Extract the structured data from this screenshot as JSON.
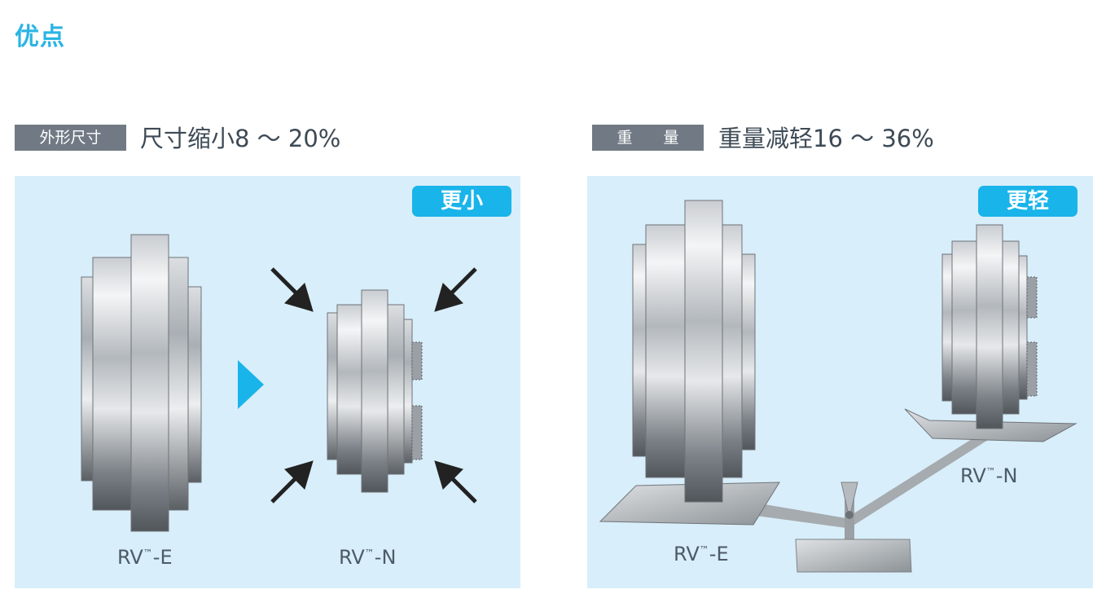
{
  "page": {
    "title": "优点"
  },
  "sections": [
    {
      "tag": "外形尺寸",
      "headline": "尺寸缩小8 ～ 20%",
      "badge": "更小",
      "left_model": {
        "base": "RV",
        "tm": "™",
        "suffix": "-E"
      },
      "right_model": {
        "base": "RV",
        "tm": "™",
        "suffix": "-N"
      }
    },
    {
      "tag": "重　　量",
      "headline": "重量减轻16 ～ 36%",
      "badge": "更轻",
      "left_model": {
        "base": "RV",
        "tm": "™",
        "suffix": "-E"
      },
      "right_model": {
        "base": "RV",
        "tm": "™",
        "suffix": "-N"
      }
    }
  ],
  "colors": {
    "accent": "#19b4ea",
    "tag_bg": "#717a84",
    "panel_bg": "#d8eefa"
  }
}
